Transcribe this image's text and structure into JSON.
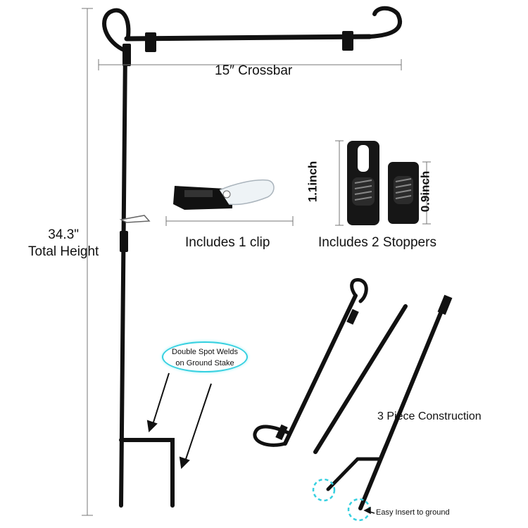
{
  "labels": {
    "crossbar": "15″ Crossbar",
    "height_value": "34.3\"",
    "height_label": "Total Height",
    "clip": "Includes 1 clip",
    "stoppers": "Includes 2 Stoppers",
    "stopper_large": "1.1inch",
    "stopper_small": "0.9inch",
    "welds_line1": "Double Spot Welds",
    "welds_line2": "on Ground Stake",
    "construction": "3 Piece Construction",
    "insert": "Easy Insert to ground"
  },
  "colors": {
    "metal": "#111111",
    "accent": "#36d0e0",
    "dim": "#555555"
  }
}
